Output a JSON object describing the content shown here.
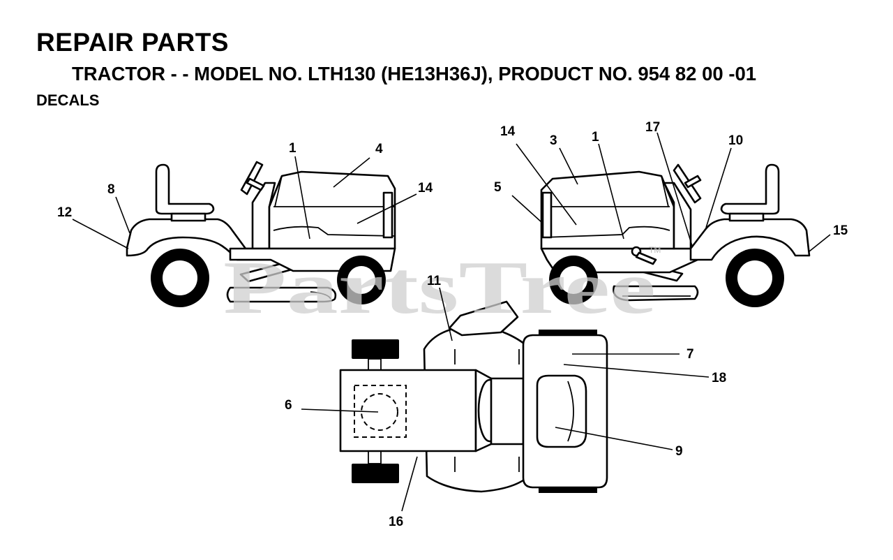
{
  "header": {
    "title": "REPAIR PARTS",
    "subtitle": "TRACTOR - - MODEL NO. LTH130 (HE13H36J),  PRODUCT NO. 954 82 00 -01",
    "section": "DECALS"
  },
  "watermark": "PartsTree",
  "callouts": {
    "c1_left": "1",
    "c4": "4",
    "c14_left": "14",
    "c8": "8",
    "c12": "12",
    "c14_right": "14",
    "c3": "3",
    "c1_right": "1",
    "c17": "17",
    "c10": "10",
    "c5": "5",
    "c15": "15",
    "c11": "11",
    "c7": "7",
    "c18": "18",
    "c6": "6",
    "c9": "9",
    "c16": "16"
  },
  "colors": {
    "ink": "#000000",
    "watermark": "#cfcfcf",
    "paper": "#ffffff"
  }
}
